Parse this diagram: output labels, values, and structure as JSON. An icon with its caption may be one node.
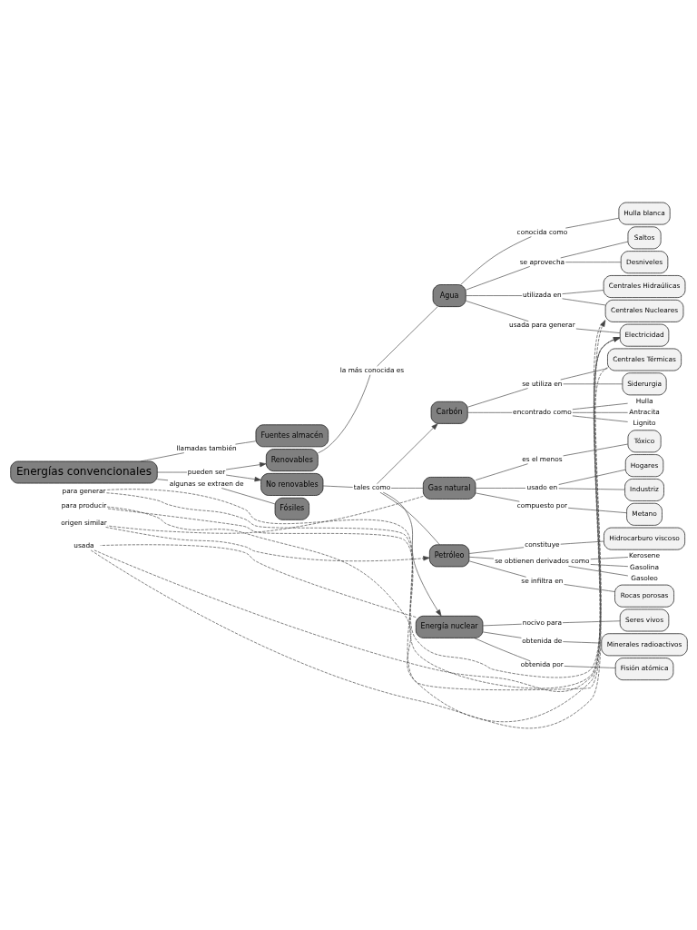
{
  "diagram": {
    "nodes": [
      {
        "text": [
          "Energías convencionales"
        ]
      },
      {
        "text": [
          "llamadas también"
        ]
      },
      {
        "text": [
          "pueden ser"
        ]
      },
      {
        "text": [
          "algunas se extraen de"
        ]
      },
      {
        "text": [
          "Fuentes almacén"
        ]
      },
      {
        "text": [
          "Renovables"
        ]
      },
      {
        "text": [
          "No renovables"
        ]
      },
      {
        "text": [
          "Fósiles"
        ]
      },
      {
        "text": [
          "la más conocida es"
        ]
      },
      {
        "text": [
          "Agua"
        ]
      },
      {
        "text": [
          "tales como"
        ]
      },
      {
        "text": [
          "Carbón"
        ]
      },
      {
        "text": [
          "Gas natural"
        ]
      },
      {
        "text": [
          "Petróleo"
        ]
      },
      {
        "text": [
          "Energía nuclear"
        ]
      },
      {
        "text": [
          "conocida como"
        ]
      },
      {
        "text": [
          "Hulla blanca"
        ]
      },
      {
        "text": [
          "se aprovecha"
        ]
      },
      {
        "text": [
          "Saltos"
        ]
      },
      {
        "text": [
          "Desniveles"
        ]
      },
      {
        "text": [
          "utilizada en"
        ]
      },
      {
        "text": [
          "Centrales Hidraúlicas"
        ]
      },
      {
        "text": [
          "Centrales Nucleares"
        ]
      },
      {
        "text": [
          "usada para generar"
        ]
      },
      {
        "text": [
          "Electricidad"
        ]
      },
      {
        "text": [
          "se utiliza en"
        ]
      },
      {
        "text": [
          "Centrales Térmicas"
        ]
      },
      {
        "text": [
          "Siderurgia"
        ]
      },
      {
        "text": [
          "para producir"
        ]
      },
      {
        "text": [
          "encontrado como"
        ]
      },
      {
        "text": [
          "Hulla"
        ]
      },
      {
        "text": [
          "Antracita"
        ]
      },
      {
        "text": [
          "Lignito"
        ]
      },
      {
        "text": [
          "es el menos"
        ]
      },
      {
        "text": [
          "Tóxico"
        ]
      },
      {
        "text": [
          "usado en"
        ]
      },
      {
        "text": [
          "Hogares"
        ]
      },
      {
        "text": [
          "Industriz"
        ]
      },
      {
        "text": [
          "compuesto por"
        ]
      },
      {
        "text": [
          "Metano"
        ]
      },
      {
        "text": [
          "origen similar"
        ]
      },
      {
        "text": [
          "constituye"
        ]
      },
      {
        "text": [
          "Hidrocarburo viscoso"
        ]
      },
      {
        "text": [
          "se obtienen derivados como"
        ]
      },
      {
        "text": [
          "Kerosene"
        ]
      },
      {
        "text": [
          "Gasolina"
        ]
      },
      {
        "text": [
          "Gasoleo"
        ]
      },
      {
        "text": [
          "se infiltra en"
        ]
      },
      {
        "text": [
          "Rocas porosas"
        ]
      },
      {
        "text": [
          "nocivo para"
        ]
      },
      {
        "text": [
          "Seres vivos"
        ]
      },
      {
        "text": [
          "obtenida de"
        ]
      },
      {
        "text": [
          "Minerales radioactivos"
        ]
      },
      {
        "text": [
          "obtenida por"
        ]
      },
      {
        "text": [
          "Fisión atómica"
        ]
      },
      {
        "text": [
          "usada"
        ]
      },
      {
        "text": [
          "para generar"
        ]
      }
    ],
    "edges": [
      {
        "from": 0,
        "to": 1,
        "arrow": "none"
      },
      {
        "from": 1,
        "to": 4,
        "arrow": "none"
      },
      {
        "from": 0,
        "to": 2,
        "arrow": "none"
      },
      {
        "from": 2,
        "to": 5,
        "arrow": "to"
      },
      {
        "from": 2,
        "to": 6,
        "arrow": "to"
      },
      {
        "from": 0,
        "to": 3,
        "arrow": "none"
      },
      {
        "from": 3,
        "to": 7,
        "arrow": "none"
      },
      {
        "from": 5,
        "to": 8,
        "arrow": "none"
      },
      {
        "from": 8,
        "to": 9,
        "arrow": "none"
      },
      {
        "from": 6,
        "to": 10,
        "arrow": "none"
      },
      {
        "from": 10,
        "to": 11,
        "arrow": "to"
      },
      {
        "from": 10,
        "to": 12,
        "arrow": "none"
      },
      {
        "from": 10,
        "to": 13,
        "arrow": "none"
      },
      {
        "from": 10,
        "to": 14,
        "arrow": "to"
      },
      {
        "from": 9,
        "to": 15,
        "arrow": "none"
      },
      {
        "from": 15,
        "to": 16,
        "arrow": "none"
      },
      {
        "from": 9,
        "to": 17,
        "arrow": "none"
      },
      {
        "from": 17,
        "to": 18,
        "arrow": "none"
      },
      {
        "from": 17,
        "to": 19,
        "arrow": "none"
      },
      {
        "from": 9,
        "to": 20,
        "arrow": "none"
      },
      {
        "from": 20,
        "to": 21,
        "arrow": "none"
      },
      {
        "from": 20,
        "to": 22,
        "arrow": "none"
      },
      {
        "from": 9,
        "to": 23,
        "arrow": "none"
      },
      {
        "from": 23,
        "to": 24,
        "arrow": "none"
      },
      {
        "from": 11,
        "to": 25,
        "arrow": "none"
      },
      {
        "from": 25,
        "to": 26,
        "arrow": "none"
      },
      {
        "from": 25,
        "to": 27,
        "arrow": "none"
      },
      {
        "from": 26,
        "to": 28,
        "arrow": "none",
        "style": "dashed"
      },
      {
        "from": 28,
        "to": 24,
        "arrow": "to",
        "style": "dashed"
      },
      {
        "from": 11,
        "to": 29,
        "arrow": "none"
      },
      {
        "from": 29,
        "to": 30,
        "arrow": "none"
      },
      {
        "from": 29,
        "to": 31,
        "arrow": "none"
      },
      {
        "from": 29,
        "to": 32,
        "arrow": "none"
      },
      {
        "from": 12,
        "to": 33,
        "arrow": "none"
      },
      {
        "from": 33,
        "to": 34,
        "arrow": "none"
      },
      {
        "from": 12,
        "to": 35,
        "arrow": "none"
      },
      {
        "from": 35,
        "to": 36,
        "arrow": "none"
      },
      {
        "from": 35,
        "to": 37,
        "arrow": "none"
      },
      {
        "from": 12,
        "to": 38,
        "arrow": "none"
      },
      {
        "from": 38,
        "to": 39,
        "arrow": "none"
      },
      {
        "from": 12,
        "to": 40,
        "arrow": "none",
        "style": "dashed"
      },
      {
        "from": 40,
        "to": 13,
        "arrow": "to",
        "style": "dashed"
      },
      {
        "from": 13,
        "to": 41,
        "arrow": "none"
      },
      {
        "from": 41,
        "to": 42,
        "arrow": "none"
      },
      {
        "from": 13,
        "to": 43,
        "arrow": "none"
      },
      {
        "from": 43,
        "to": 44,
        "arrow": "none"
      },
      {
        "from": 43,
        "to": 45,
        "arrow": "none"
      },
      {
        "from": 43,
        "to": 46,
        "arrow": "none"
      },
      {
        "from": 13,
        "to": 47,
        "arrow": "none"
      },
      {
        "from": 47,
        "to": 48,
        "arrow": "none"
      },
      {
        "from": 14,
        "to": 49,
        "arrow": "none"
      },
      {
        "from": 49,
        "to": 50,
        "arrow": "none"
      },
      {
        "from": 14,
        "to": 51,
        "arrow": "none"
      },
      {
        "from": 51,
        "to": 52,
        "arrow": "none"
      },
      {
        "from": 14,
        "to": 53,
        "arrow": "none"
      },
      {
        "from": 53,
        "to": 54,
        "arrow": "none"
      },
      {
        "from": 14,
        "to": 55,
        "arrow": "none",
        "style": "dashed"
      },
      {
        "from": 55,
        "to": 24,
        "arrow": "to",
        "style": "dashed"
      },
      {
        "from": 55,
        "to": 22,
        "arrow": "to",
        "style": "dashed"
      },
      {
        "from": 22,
        "to": 56,
        "arrow": "none",
        "style": "dashed"
      },
      {
        "from": 56,
        "to": 24,
        "arrow": "to",
        "style": "dashed"
      }
    ]
  }
}
